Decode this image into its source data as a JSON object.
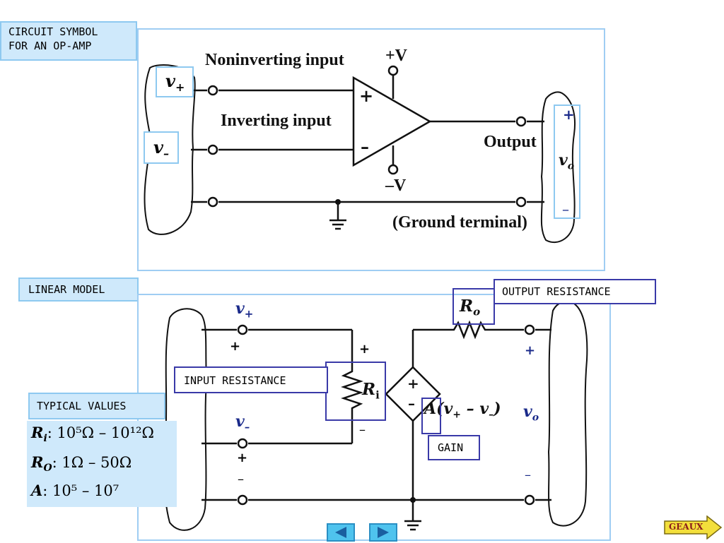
{
  "top": {
    "label": "CIRCUIT SYMBOL\nFOR AN OP-AMP",
    "v_plus": "v",
    "v_plus_sub": "+",
    "v_minus": "v",
    "v_minus_sub": "–",
    "noninverting": "Noninverting input",
    "inverting": "Inverting input",
    "plus_v": "+V",
    "minus_v": "–V",
    "output": "Output",
    "ground": "(Ground terminal)",
    "vo": "v",
    "vo_sub": "o",
    "plus_sign": "+",
    "minus_sign": "–"
  },
  "bottom": {
    "label": "LINEAR MODEL",
    "output_resistance": "OUTPUT RESISTANCE",
    "input_resistance": "INPUT RESISTANCE",
    "gain": "GAIN",
    "ro": "R",
    "ro_sub": "o",
    "ri": "R",
    "ri_sub": "i",
    "v_plus": "v",
    "v_plus_sub": "+",
    "v_minus": "v",
    "v_minus_sub": "–",
    "vo": "v",
    "vo_sub": "o",
    "gain_expr": "A(v",
    "gain_expr_mid": " – v",
    "gain_expr_end": ")",
    "plus": "+",
    "minus": "–"
  },
  "typical": {
    "label": "TYPICAL VALUES",
    "ri_name": "R",
    "ri_sub": "i",
    "ri_value": ":   10⁵Ω – 10¹²Ω",
    "ro_name": "R",
    "ro_sub": "O",
    "ro_value": ":  1Ω – 50Ω",
    "a_name": "A",
    "a_value": ": 10⁵ – 10⁷"
  },
  "nav": {
    "geaux": "GEAUX"
  }
}
